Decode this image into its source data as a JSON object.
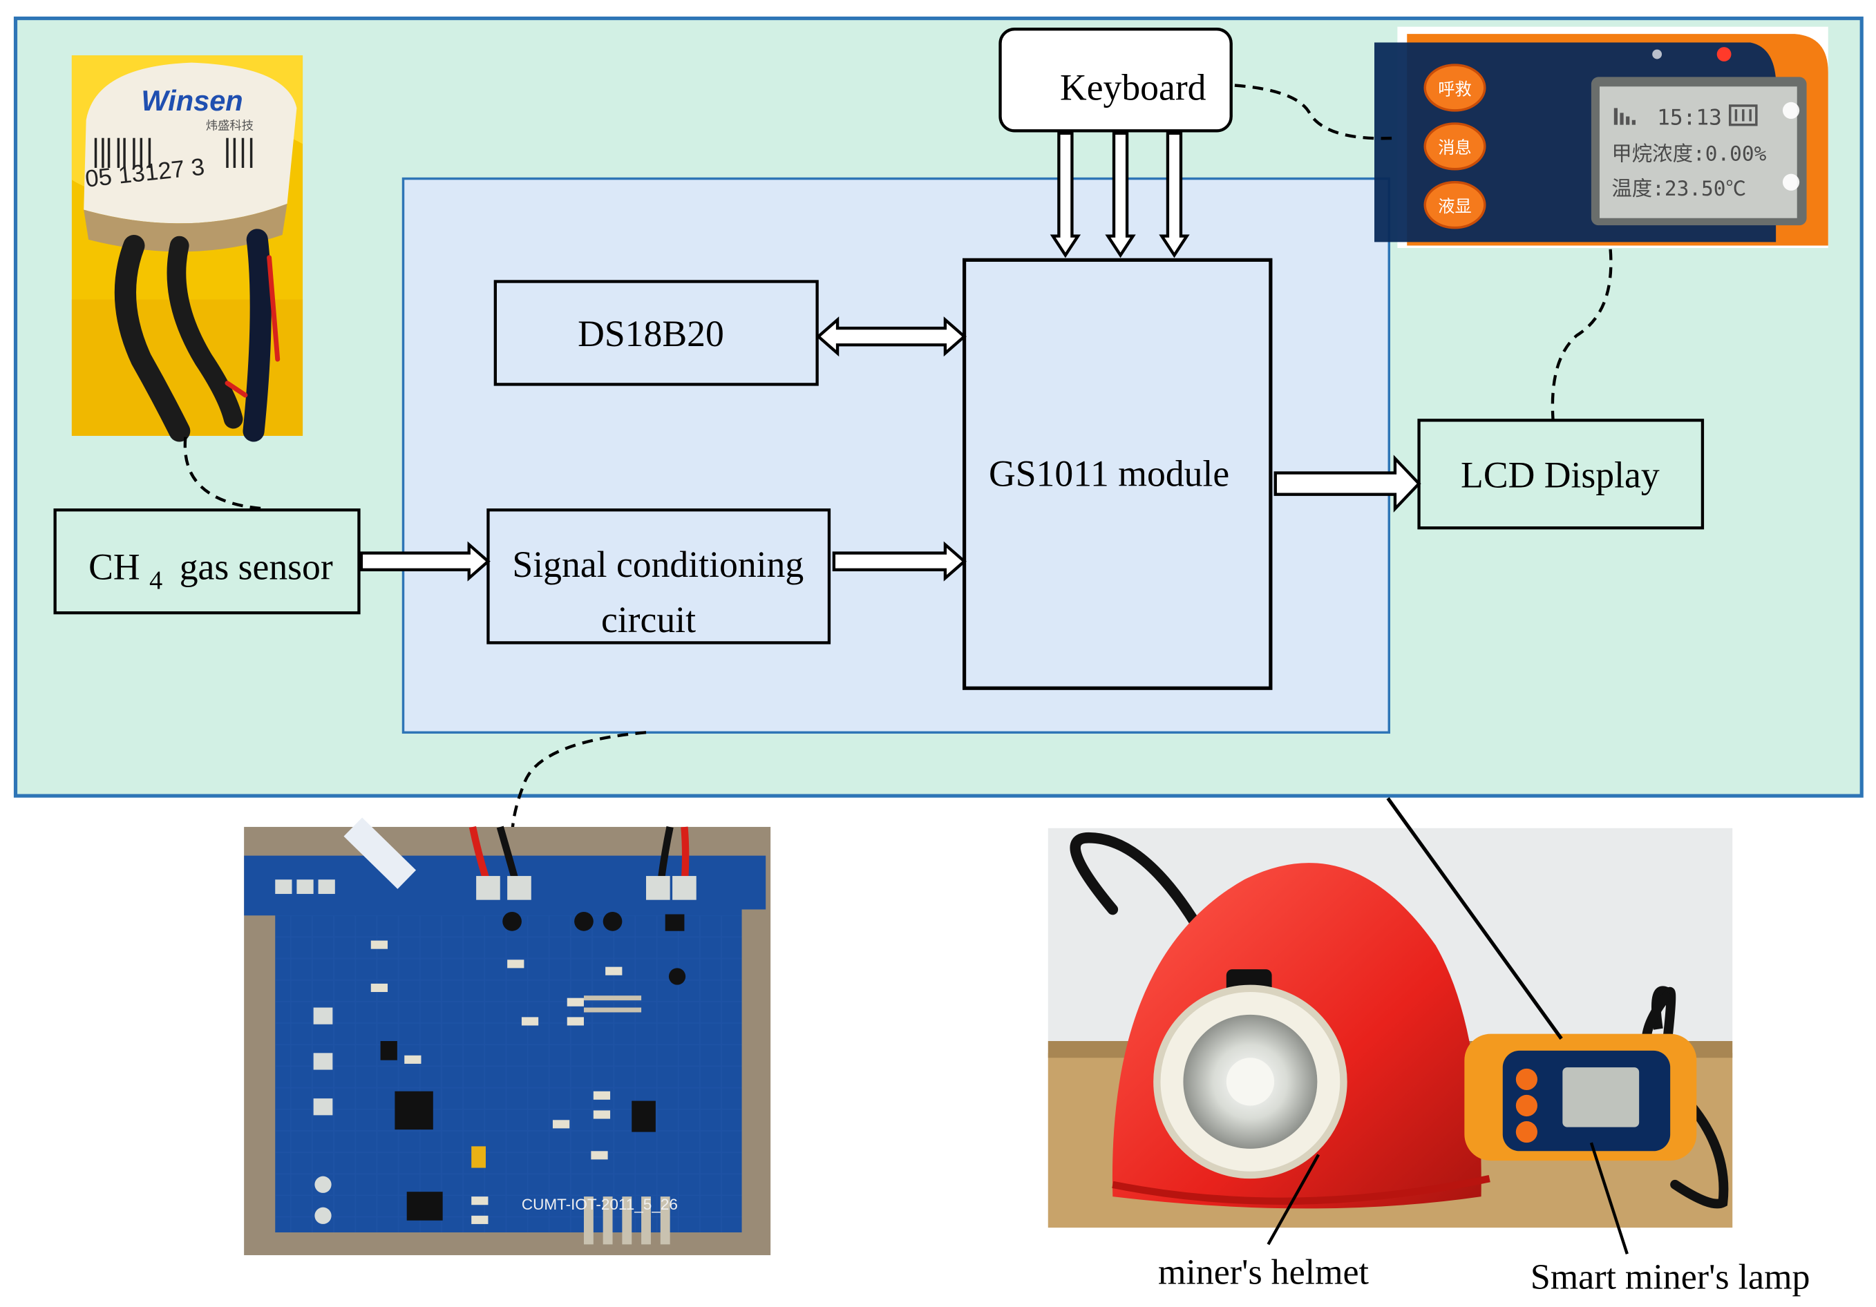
{
  "blocks": {
    "keyboard": "Keyboard",
    "ds18b20": "DS18B20",
    "gs1011": "GS1011 module",
    "lcd_display": "LCD Display",
    "ch4_sensor": {
      "main": "CH",
      "sub": "4",
      "rest": "gas sensor"
    },
    "signal_conditioning": {
      "line1": "Signal conditioning",
      "line2": "circuit"
    }
  },
  "captions": {
    "helmet": "miner's helmet",
    "lamp": "Smart miner's lamp"
  },
  "photo_text": {
    "sensor_brand": "Winsen",
    "sensor_subtitle": "炜盛科技",
    "sensor_serial": "05 13127 3",
    "lcd_time": "15:13",
    "lcd_line1": "甲烷浓度:0.00%",
    "lcd_line2": "温度:23.50℃",
    "btn_1": "呼救",
    "btn_2": "消息",
    "btn_3": "液显",
    "pcb_label": "CUMT-IOT-2011_5_26"
  },
  "colors": {
    "outer_panel_fill": "#d2f0e4",
    "outer_panel_border": "#2e75b6",
    "inner_panel_fill": "#dbe8f8",
    "inner_panel_border": "#2e75b6",
    "pcb": "#1a4fa0",
    "helmet": "#e8221c",
    "lamp_case": "#f39a1f"
  }
}
